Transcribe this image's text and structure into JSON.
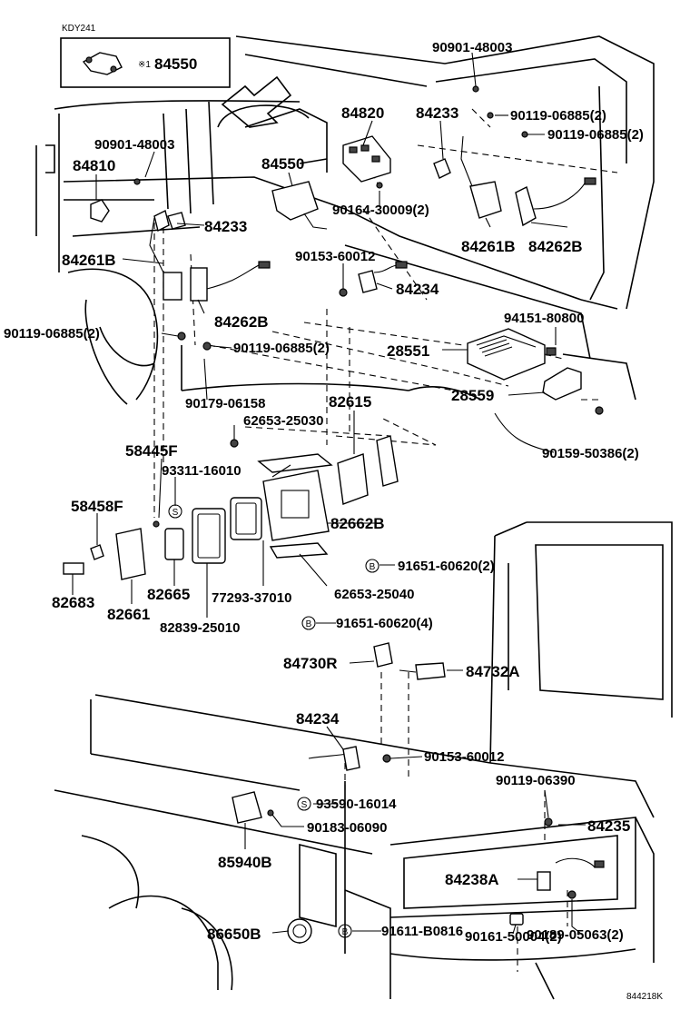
{
  "model_code": "KDY241",
  "inset_label": "※1",
  "figure_id": "844218K",
  "callouts": [
    {
      "id": "c84550a",
      "text": "84550"
    },
    {
      "id": "c90901a",
      "text": "90901-48003"
    },
    {
      "id": "c84820",
      "text": "84820"
    },
    {
      "id": "c84233a",
      "text": "84233"
    },
    {
      "id": "c90119a",
      "text": "90119-06885(2)"
    },
    {
      "id": "c90119b",
      "text": "90119-06885(2)"
    },
    {
      "id": "c90901b",
      "text": "90901-48003"
    },
    {
      "id": "c84810",
      "text": "84810"
    },
    {
      "id": "c84550b",
      "text": "84550"
    },
    {
      "id": "c90164",
      "text": "90164-30009(2)"
    },
    {
      "id": "c84233b",
      "text": "84233"
    },
    {
      "id": "c84261a",
      "text": "84261B"
    },
    {
      "id": "c84262a",
      "text": "84262B"
    },
    {
      "id": "c90153a",
      "text": "90153-60012"
    },
    {
      "id": "c84261b",
      "text": "84261B"
    },
    {
      "id": "c84234a",
      "text": "84234"
    },
    {
      "id": "c84262b",
      "text": "84262B"
    },
    {
      "id": "c94151",
      "text": "94151-80800"
    },
    {
      "id": "c90119c",
      "text": "90119-06885(2)"
    },
    {
      "id": "c90119d",
      "text": "90119-06885(2)"
    },
    {
      "id": "c28551",
      "text": "28551"
    },
    {
      "id": "c90179",
      "text": "90179-06158"
    },
    {
      "id": "c82615",
      "text": "82615"
    },
    {
      "id": "c28559",
      "text": "28559"
    },
    {
      "id": "c62653a",
      "text": "62653-25030"
    },
    {
      "id": "c90159",
      "text": "90159-50386(2)"
    },
    {
      "id": "c58445",
      "text": "58445F"
    },
    {
      "id": "c93311",
      "text": "93311-16010"
    },
    {
      "id": "c58458",
      "text": "58458F"
    },
    {
      "id": "c82662",
      "text": "82662B"
    },
    {
      "id": "c91651a",
      "text": "91651-60620(2)"
    },
    {
      "id": "c82665",
      "text": "82665"
    },
    {
      "id": "c77293",
      "text": "77293-37010"
    },
    {
      "id": "c62653b",
      "text": "62653-25040"
    },
    {
      "id": "c82683",
      "text": "82683"
    },
    {
      "id": "c82661",
      "text": "82661"
    },
    {
      "id": "c82839",
      "text": "82839-25010"
    },
    {
      "id": "c91651b",
      "text": "91651-60620(4)"
    },
    {
      "id": "c84730",
      "text": "84730R"
    },
    {
      "id": "c84732",
      "text": "84732A"
    },
    {
      "id": "c84234b",
      "text": "84234"
    },
    {
      "id": "c90153b",
      "text": "90153-60012"
    },
    {
      "id": "c90119e",
      "text": "90119-06390"
    },
    {
      "id": "c93590",
      "text": "93590-16014"
    },
    {
      "id": "c84235",
      "text": "84235"
    },
    {
      "id": "c90183",
      "text": "90183-06090"
    },
    {
      "id": "c85940",
      "text": "85940B"
    },
    {
      "id": "c84238",
      "text": "84238A"
    },
    {
      "id": "c86650",
      "text": "86650B"
    },
    {
      "id": "c91611",
      "text": "91611-B0816"
    },
    {
      "id": "c90189",
      "text": "90189-05063(2)"
    },
    {
      "id": "c90161",
      "text": "90161-50004(2)"
    }
  ],
  "markers": {
    "s": "S",
    "b": "B"
  }
}
